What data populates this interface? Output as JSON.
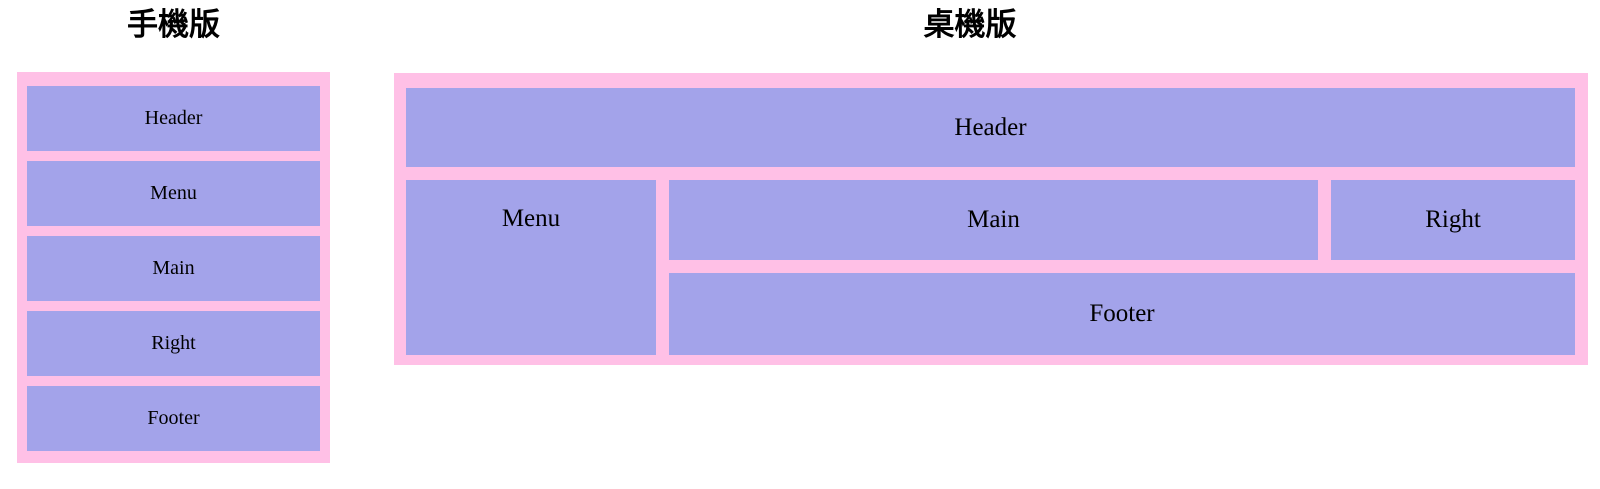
{
  "colors": {
    "page_background": "#ffffff",
    "container_pink": "#ffc0e6",
    "box_purple": "#a3a3ea",
    "text": "#000000"
  },
  "mobile": {
    "title": "手機版",
    "boxes": {
      "header": "Header",
      "menu": "Menu",
      "main": "Main",
      "right": "Right",
      "footer": "Footer"
    }
  },
  "desktop": {
    "title": "桌機版",
    "boxes": {
      "header": "Header",
      "menu": "Menu",
      "main": "Main",
      "right": "Right",
      "footer": "Footer"
    }
  }
}
